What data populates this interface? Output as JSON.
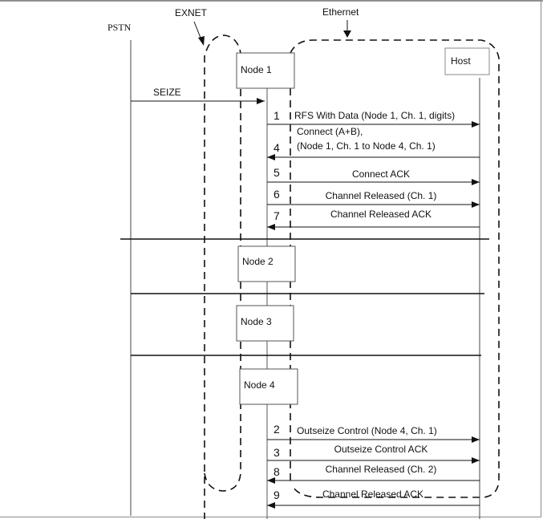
{
  "diagram": {
    "type": "sequence",
    "labels": {
      "pstn": "PSTN",
      "exnet": "EXNET",
      "ethernet": "Ethernet",
      "host": "Host"
    },
    "nodes": [
      "Node 1",
      "Node 2",
      "Node 3",
      "Node 4"
    ],
    "seize": "SEIZE",
    "messages": [
      {
        "num": "1",
        "lines": [
          "RFS With Data (Node 1, Ch. 1, digits)"
        ],
        "direction": "to-host",
        "node": "Node 1"
      },
      {
        "num": "4",
        "lines": [
          "Connect (A+B),",
          "(Node 1, Ch. 1 to Node 4, Ch. 1)"
        ],
        "direction": "to-node",
        "node": "Node 1"
      },
      {
        "num": "5",
        "lines": [
          "Connect ACK"
        ],
        "direction": "to-host",
        "node": "Node 1"
      },
      {
        "num": "6",
        "lines": [
          "Channel Released (Ch. 1)"
        ],
        "direction": "to-host",
        "node": "Node 1"
      },
      {
        "num": "7",
        "lines": [
          "Channel Released ACK"
        ],
        "direction": "to-node",
        "node": "Node 1"
      },
      {
        "num": "2",
        "lines": [
          "Outseize Control (Node 4, Ch. 1)"
        ],
        "direction": "to-host",
        "node": "Node 4"
      },
      {
        "num": "3",
        "lines": [
          "Outseize Control ACK"
        ],
        "direction": "to-host",
        "node": "Node 4"
      },
      {
        "num": "8",
        "lines": [
          "Channel Released (Ch. 2)"
        ],
        "direction": "to-node",
        "node": "Node 4"
      },
      {
        "num": "9",
        "lines": [
          "Channel Released ACK"
        ],
        "direction": "to-node",
        "node": "Node 4"
      }
    ]
  }
}
